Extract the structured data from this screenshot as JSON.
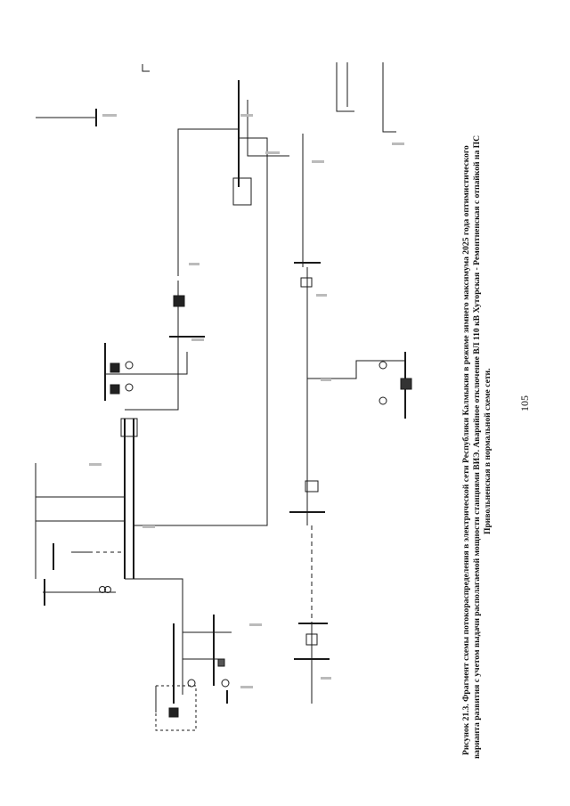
{
  "caption": {
    "line1": "Рисунок 21.3. Фрагмент схемы потокораспределения в электрической сети Республики Калмыкия в режиме зимнего максимума 2025 года оптимистического",
    "line2": "варианта развития с учетом выдачи располагаемой мощности станциями ВИЭ. Аварийное отключение ВЛ 110 кВ Хуторская - Ремонтненская с отпайкой на ПС",
    "line3": "Привольненская в нормальной схеме сети."
  },
  "page_number": "105",
  "colors": {
    "line": "#1a1a1a",
    "label": "#777777"
  }
}
